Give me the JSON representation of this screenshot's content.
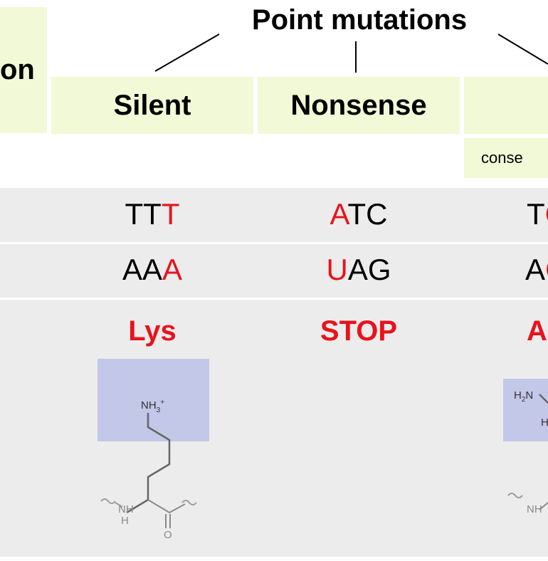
{
  "title": "Point mutations",
  "left_header_fragment": "on",
  "columns": [
    {
      "label": "Silent"
    },
    {
      "label": "Nonsense"
    },
    {
      "label": ""
    }
  ],
  "sub_header_fragment": "conse",
  "rows": {
    "dna": [
      {
        "normal": "TT",
        "mutated": "T",
        "mutated_first": false
      },
      {
        "normal": "TC",
        "mutated": "A",
        "mutated_first": true
      },
      {
        "normal": "T",
        "mutated": "C",
        "mutated_first": false
      }
    ],
    "mrna": [
      {
        "normal": "AA",
        "mutated": "A",
        "mutated_first": false
      },
      {
        "normal": "AG",
        "mutated": "U",
        "mutated_first": true
      },
      {
        "normal": "A",
        "mutated": "G",
        "mutated_first": false
      }
    ],
    "amino_acids": [
      "Lys",
      "STOP",
      "A"
    ]
  },
  "structure_labels": {
    "lys_side": "NH3+",
    "lys_nh": "NH",
    "lys_h": "H",
    "lys_o": "O",
    "right_h2n": "H2N",
    "right_h": "H",
    "right_nh": "NH"
  },
  "colors": {
    "header_bg": "#f1f9d6",
    "band_bg": "#ececec",
    "mutation_red": "#e8131b",
    "side_chain_box": "#c3c7e8"
  }
}
